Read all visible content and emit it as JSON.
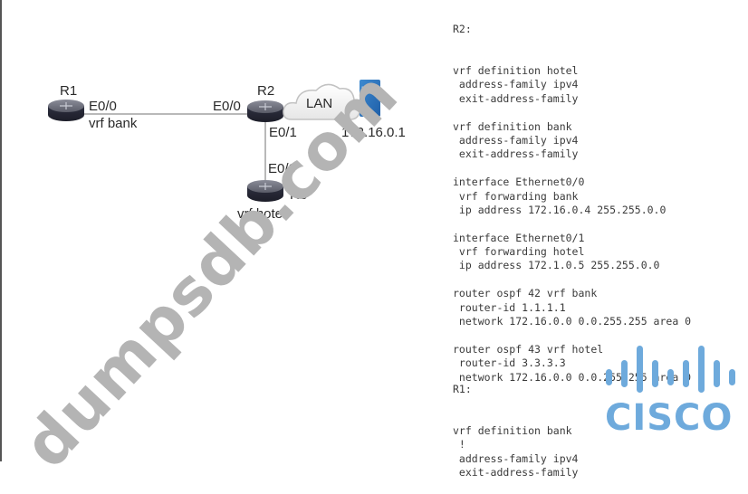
{
  "diagram": {
    "devices": {
      "r1": {
        "name": "R1",
        "interface": "E0/0",
        "vrf": "vrf bank"
      },
      "r2": {
        "name": "R2",
        "interface_left": "E0/0",
        "interface_down": "E0/1"
      },
      "r3": {
        "name": "R3",
        "interface": "E0/0",
        "vrf": "vrf hotel"
      },
      "lan": {
        "name": "LAN"
      },
      "server": {
        "address": "172.16.0.1"
      }
    },
    "colors": {
      "router": "#3b3d4a",
      "server": "#2f78c0",
      "link": "#b9b9b9"
    }
  },
  "config": {
    "r2": {
      "header": "R2:",
      "lines": [
        "vrf definition hotel",
        " address-family ipv4",
        " exit-address-family",
        "",
        "vrf definition bank",
        " address-family ipv4",
        " exit-address-family",
        "",
        "interface Ethernet0/0",
        " vrf forwarding bank",
        " ip address 172.16.0.4 255.255.0.0",
        "",
        "interface Ethernet0/1",
        " vrf forwarding hotel",
        " ip address 172.1.0.5 255.255.0.0",
        "",
        "router ospf 42 vrf bank",
        " router-id 1.1.1.1",
        " network 172.16.0.0 0.0.255.255 area 0",
        "",
        "router ospf 43 vrf hotel",
        " router-id 3.3.3.3",
        " network 172.16.0.0 0.0.255.255 area 0"
      ]
    },
    "r1": {
      "header": "R1:",
      "lines": [
        "vrf definition bank",
        " !",
        " address-family ipv4",
        " exit-address-family"
      ]
    }
  },
  "watermark": {
    "text": "dumpsdb.com",
    "color": "#969696"
  },
  "logo": {
    "text": "CISCO",
    "color": "#6eaadc"
  }
}
